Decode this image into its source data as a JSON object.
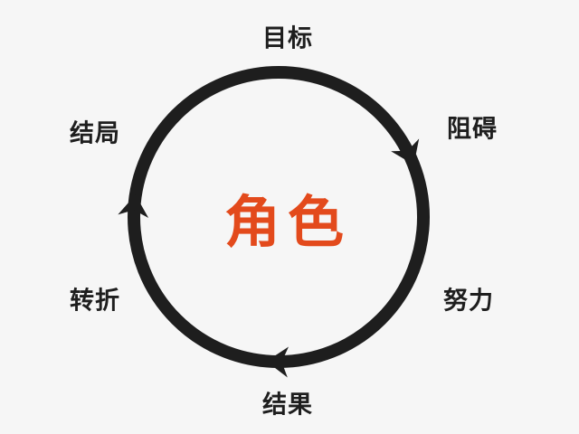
{
  "center_label": "角色",
  "stages": [
    "目标",
    "阻碍",
    "努力",
    "结果",
    "转折",
    "结局"
  ],
  "colors": {
    "ring": "#1e1e1e",
    "center": "#e34a1c",
    "background": "#f6f6f6"
  }
}
